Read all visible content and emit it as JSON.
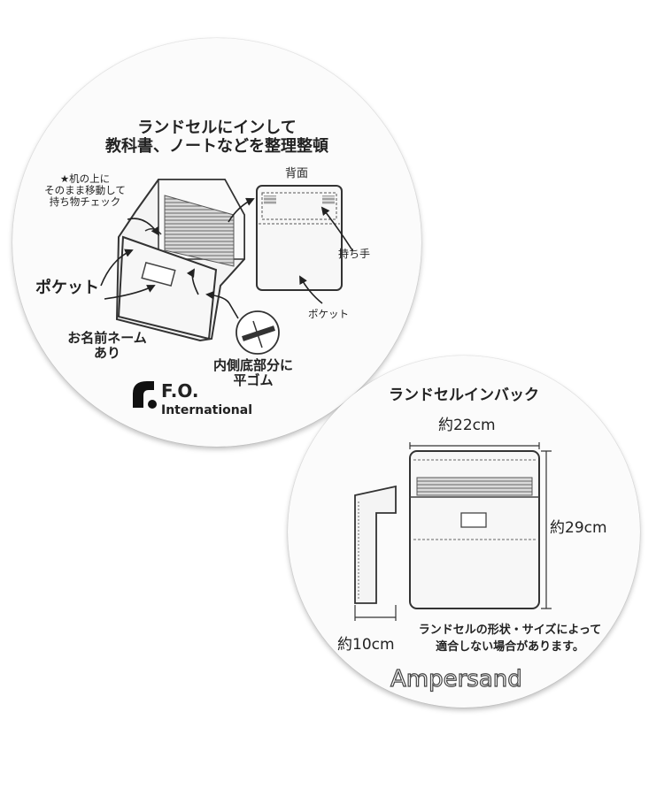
{
  "left_card": {
    "headline_line1": "ランドセルにインして",
    "headline_line2": "教科書、ノートなどを整理整頓",
    "desk_note_line1": "★机の上に",
    "desk_note_line2": "そのまま移動して",
    "desk_note_line3": "持ち物チェック",
    "back_label": "背面",
    "handle_label": "持ち手",
    "pocket_small_label": "ポケット",
    "pocket_large_label": "ポケット",
    "name_tag_line1": "お名前ネーム",
    "name_tag_line2": "あり",
    "elastic_line1": "内側底部分に",
    "elastic_line2": "平ゴム",
    "brand_line1": "F.O.",
    "brand_line2": "International"
  },
  "right_card": {
    "title": "ランドセルインバック",
    "width_label": "約22cm",
    "height_label": "約29cm",
    "depth_label": "約10cm",
    "note_line1": "ランドセルの形状・サイズによって",
    "note_line2": "適合しない場合があります。",
    "brand": "Ampersand"
  }
}
